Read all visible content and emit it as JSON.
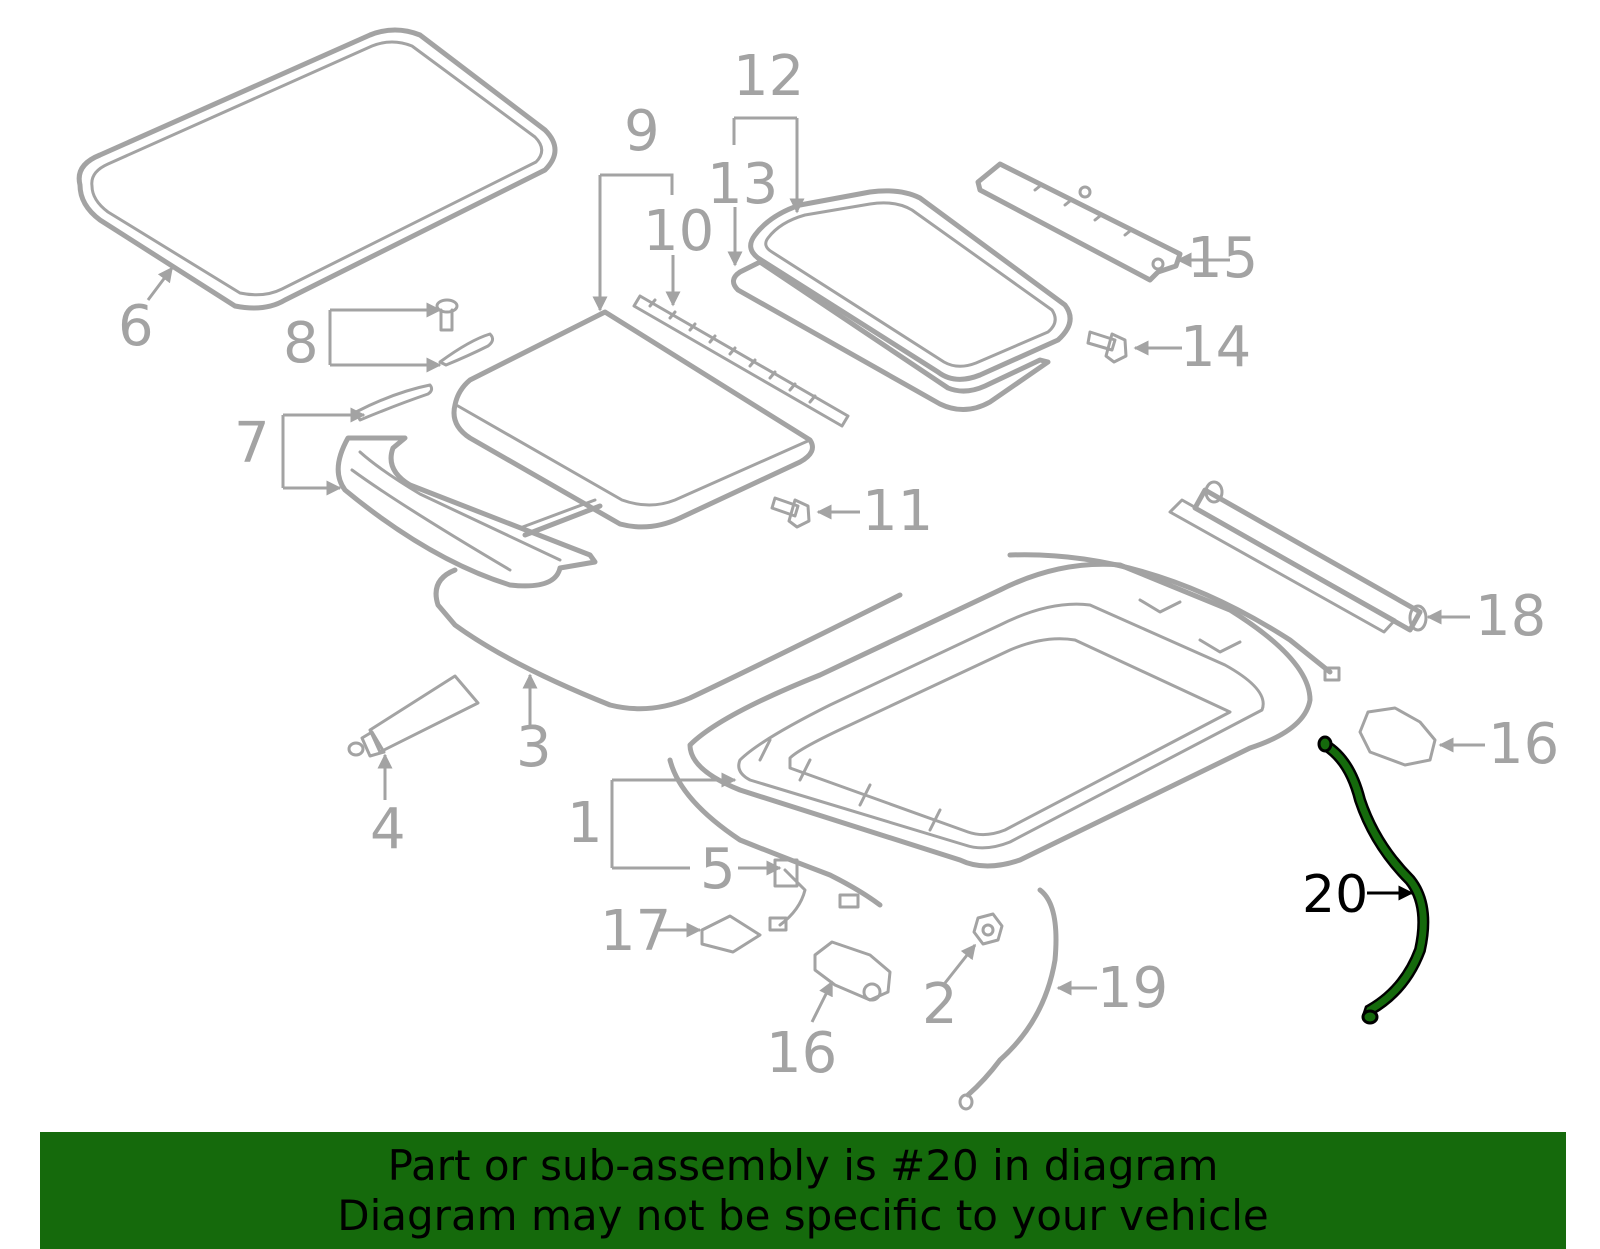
{
  "callouts": {
    "c1": "1",
    "c2": "2",
    "c3": "3",
    "c4": "4",
    "c5": "5",
    "c6": "6",
    "c7": "7",
    "c8": "8",
    "c9": "9",
    "c10": "10",
    "c11": "11",
    "c12": "12",
    "c13": "13",
    "c14": "14",
    "c15": "15",
    "c16a": "16",
    "c16b": "16",
    "c17": "17",
    "c18": "18",
    "c19": "19",
    "c20": "20"
  },
  "highlight": {
    "part_number": "20",
    "color": "#156a0c"
  },
  "footer": {
    "line1": "Part or sub-assembly is #20 in diagram",
    "line2": "Diagram may not be specific to your vehicle"
  },
  "colors": {
    "part_stroke": "#a3a3a3",
    "highlight_fill": "#156a0c",
    "banner": "#156a0c",
    "text": "#000000"
  }
}
